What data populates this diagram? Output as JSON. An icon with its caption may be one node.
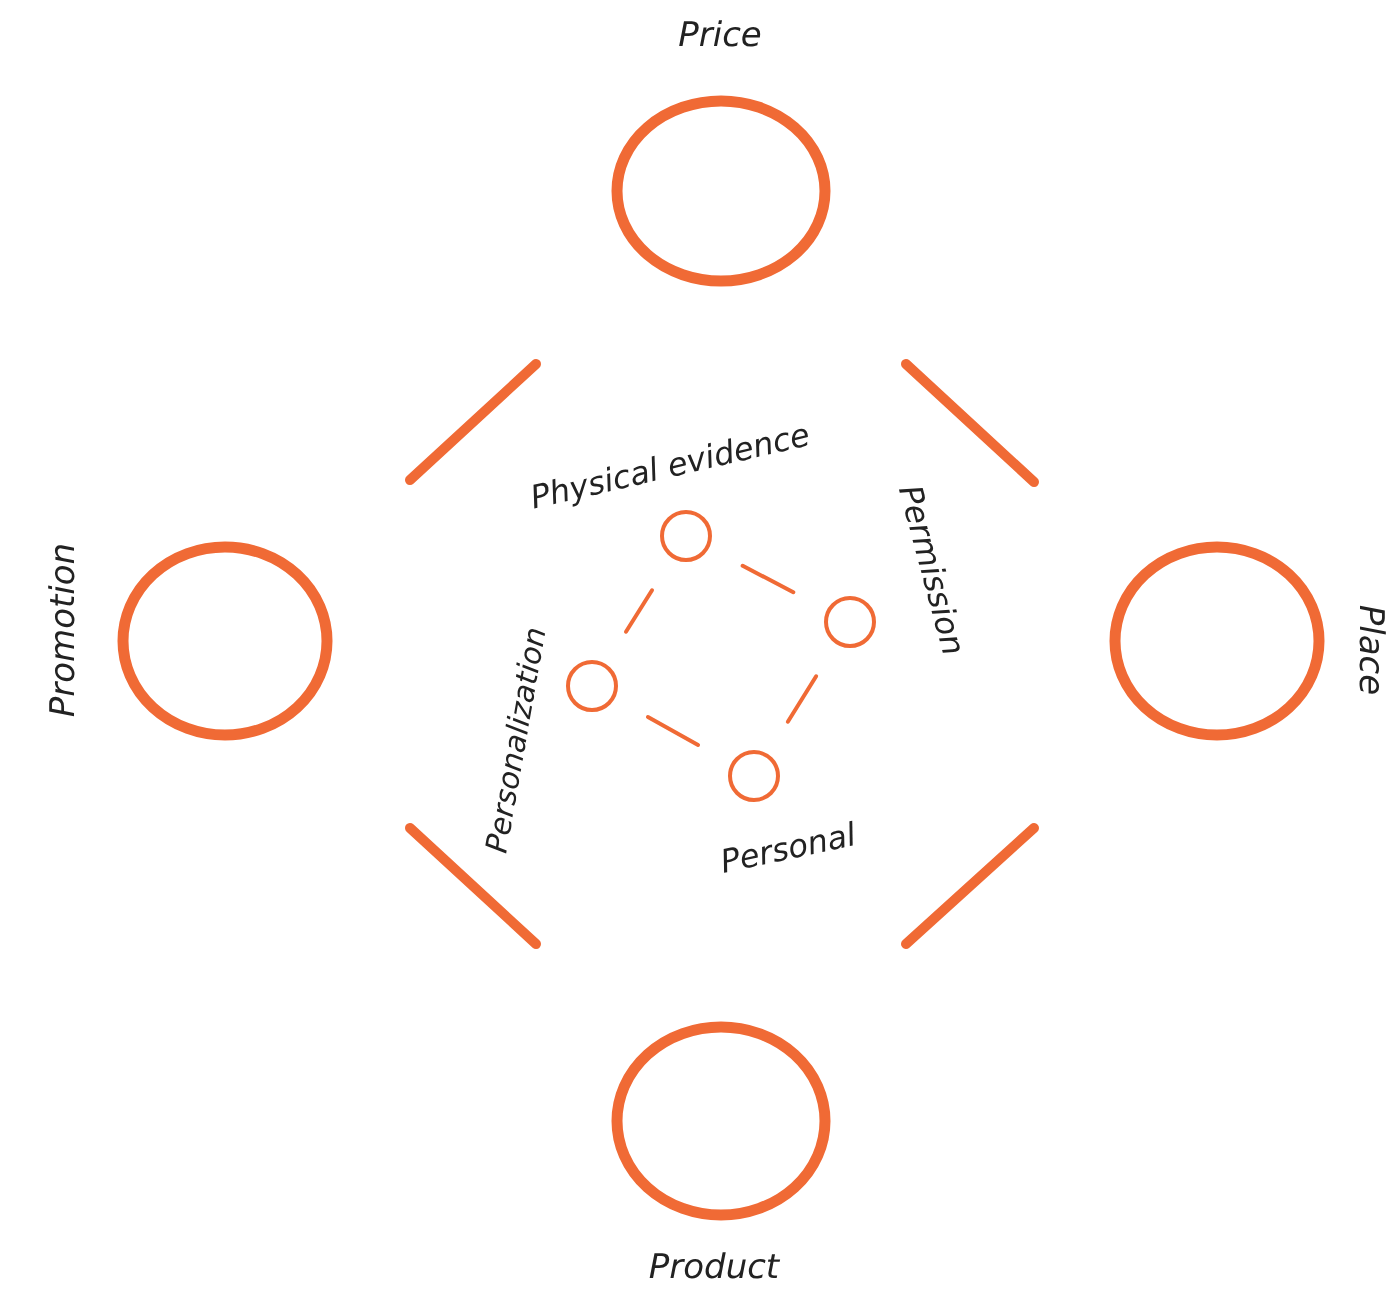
{
  "diagram": {
    "nodes": [
      {
        "text": [],
        "shape": "circle",
        "beside": [
          "Price"
        ]
      },
      {
        "text": [],
        "shape": "circle",
        "beside": [
          "Promotion"
        ]
      },
      {
        "text": [],
        "shape": "circle",
        "beside": [
          "Place"
        ]
      },
      {
        "text": [],
        "shape": "circle",
        "beside": [
          "Product"
        ]
      },
      {
        "text": [],
        "shape": "circle",
        "beside": [
          "Physical evidence"
        ]
      },
      {
        "text": [],
        "shape": "circle",
        "beside": [
          "Permission"
        ]
      },
      {
        "text": [],
        "shape": "circle",
        "beside": [
          "Personalization"
        ]
      },
      {
        "text": [],
        "shape": "circle",
        "beside": [
          "Personal"
        ]
      }
    ],
    "edges": [
      {
        "from": 4,
        "to": 5,
        "arrow": "none"
      },
      {
        "from": 5,
        "to": 7,
        "arrow": "none"
      },
      {
        "from": 7,
        "to": 6,
        "arrow": "none"
      },
      {
        "from": 6,
        "to": 4,
        "arrow": "none"
      }
    ]
  }
}
